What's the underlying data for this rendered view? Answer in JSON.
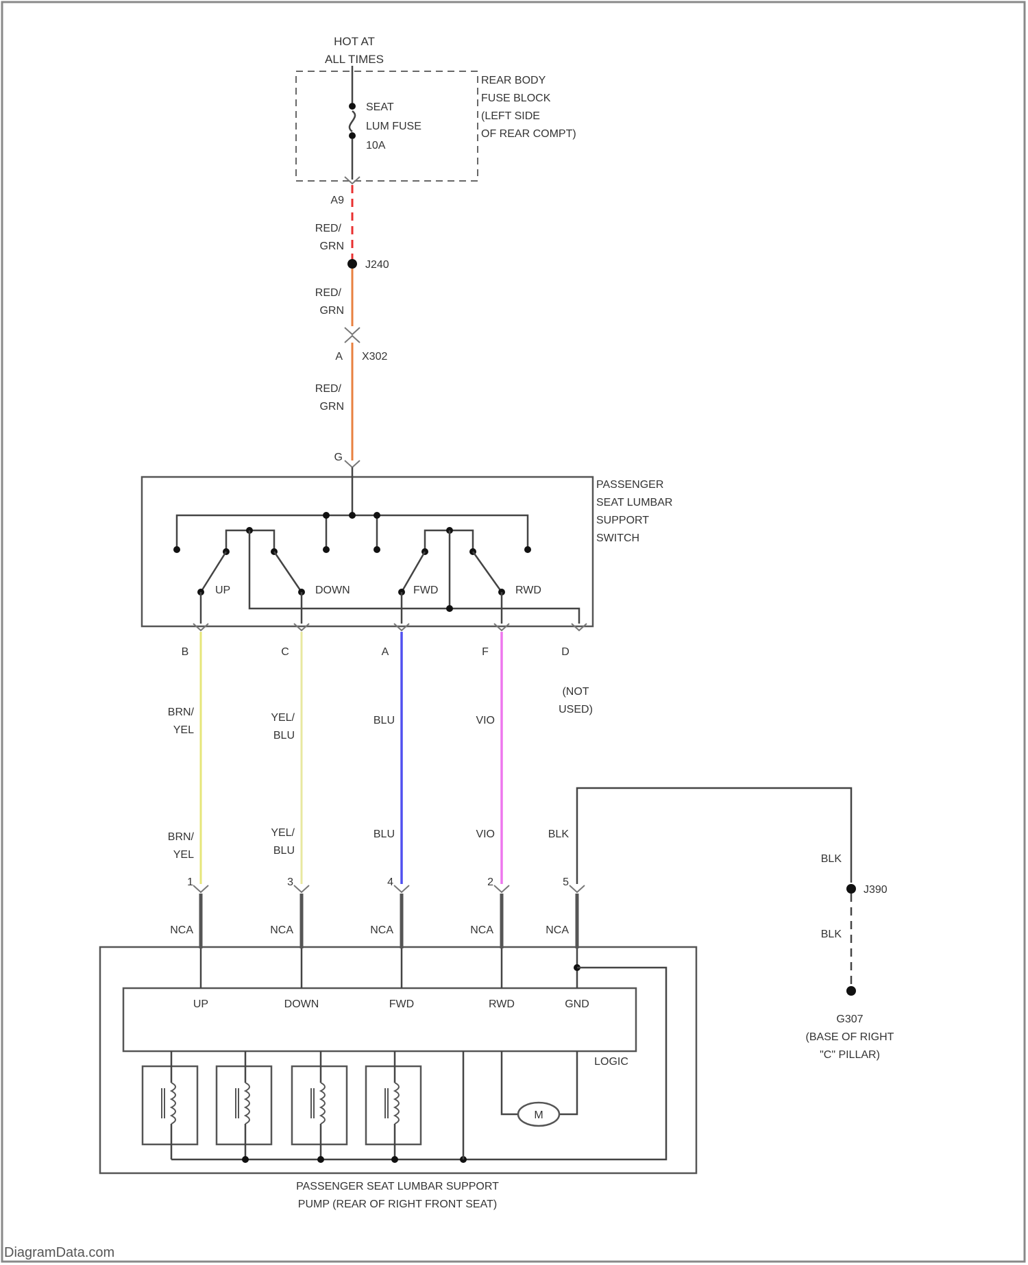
{
  "source": {
    "title_line1": "HOT AT",
    "title_line2": "ALL TIMES",
    "fuse_block_lines": [
      "REAR BODY",
      "FUSE BLOCK",
      "(LEFT SIDE",
      "OF REAR COMPT)"
    ],
    "fuse_lines": [
      "SEAT",
      "LUM FUSE",
      "10A"
    ],
    "fuse_pin": "A9"
  },
  "feed": {
    "wire1_color_lines": [
      "RED/",
      "GRN"
    ],
    "splice": "J240",
    "wire2_color_lines": [
      "RED/",
      "GRN"
    ],
    "connector_pin": "A",
    "connector": "X302",
    "wire3_color_lines": [
      "RED/",
      "GRN"
    ],
    "switch_pin": "G"
  },
  "switch": {
    "name_lines": [
      "PASSENGER",
      "SEAT LUMBAR",
      "SUPPORT",
      "SWITCH"
    ],
    "contacts": [
      "UP",
      "DOWN",
      "FWD",
      "RWD"
    ],
    "pins": [
      "B",
      "C",
      "A",
      "F",
      "D"
    ],
    "not_used_lines": [
      "(NOT",
      "USED)"
    ]
  },
  "wires": [
    {
      "color_lines": [
        "BRN/",
        "YEL"
      ],
      "hex": "#e6e67a"
    },
    {
      "color_lines": [
        "YEL/",
        "BLU"
      ],
      "hex": "#e8e8a0"
    },
    {
      "color_lines": [
        "BLU"
      ],
      "hex": "#5050f0"
    },
    {
      "color_lines": [
        "VIO"
      ],
      "hex": "#ee77ee"
    },
    {
      "color_lines": [
        "BLK"
      ],
      "hex": "#444444"
    }
  ],
  "pump_pins": [
    "1",
    "3",
    "4",
    "2",
    "5"
  ],
  "nca_label": "NCA",
  "pump": {
    "inputs": [
      "UP",
      "DOWN",
      "FWD",
      "RWD",
      "GND"
    ],
    "logic_label": "LOGIC",
    "motor_label": "M",
    "name_lines": [
      "PASSENGER SEAT LUMBAR SUPPORT",
      "PUMP (REAR OF RIGHT FRONT SEAT)"
    ]
  },
  "ground": {
    "wire_color": "BLK",
    "splice": "J390",
    "wire_color2": "BLK",
    "ground_id": "G307",
    "location_lines": [
      "(BASE OF RIGHT",
      "\"C\" PILLAR)"
    ]
  },
  "watermark": "DiagramData.com",
  "colors": {
    "feed_dashed": "#e83030",
    "feed_solid": "#e88040",
    "line": "#444444"
  }
}
